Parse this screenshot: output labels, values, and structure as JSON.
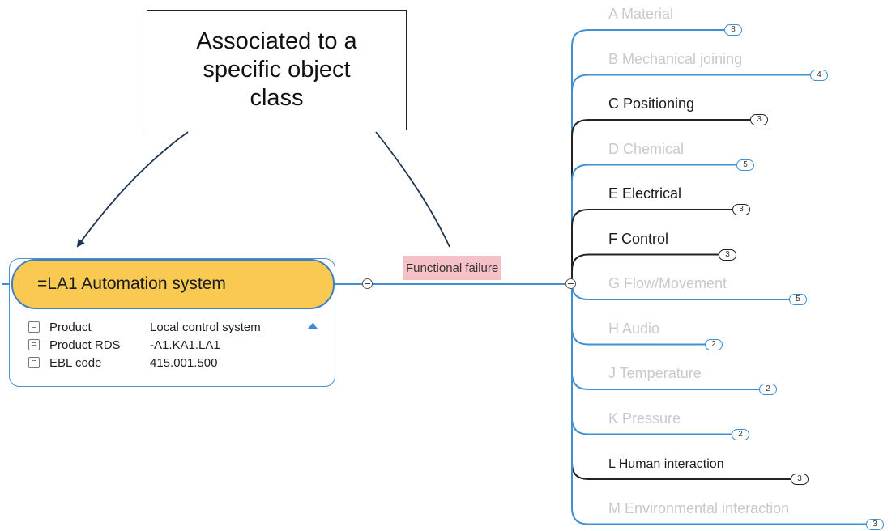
{
  "callout": {
    "text": "Associated to a\nspecific object\nclass"
  },
  "central_node": {
    "title": "=LA1 Automation system",
    "properties": [
      {
        "label": "Product",
        "value": "Local control system"
      },
      {
        "label": "Product RDS",
        "value": "-A1.KA1.LA1"
      },
      {
        "label": "EBL code",
        "value": "415.001.500"
      }
    ]
  },
  "relation_label": "Functional failure",
  "colors": {
    "line_active": "#222222",
    "line_inactive": "#3f8fd2",
    "text_inactive": "#c9c9c9",
    "text_active": "#1b1b1b",
    "node_fill": "#f9c952",
    "relation_fill": "#f6c1c6"
  },
  "branches": [
    {
      "label": "A Material",
      "count": "8",
      "active": false
    },
    {
      "label": "B Mechanical joining",
      "count": "4",
      "active": false
    },
    {
      "label": "C Positioning",
      "count": "3",
      "active": true
    },
    {
      "label": "D Chemical",
      "count": "5",
      "active": false
    },
    {
      "label": "E Electrical",
      "count": "3",
      "active": true
    },
    {
      "label": "F Control",
      "count": "3",
      "active": true
    },
    {
      "label": "G Flow/Movement",
      "count": "5",
      "active": false
    },
    {
      "label": "H Audio",
      "count": "2",
      "active": false
    },
    {
      "label": "J Temperature",
      "count": "2",
      "active": false
    },
    {
      "label": "K Pressure",
      "count": "2",
      "active": false
    },
    {
      "label": "L Human interaction",
      "count": "3",
      "active": true
    },
    {
      "label": "M Environmental interaction",
      "count": "3",
      "active": false
    }
  ]
}
